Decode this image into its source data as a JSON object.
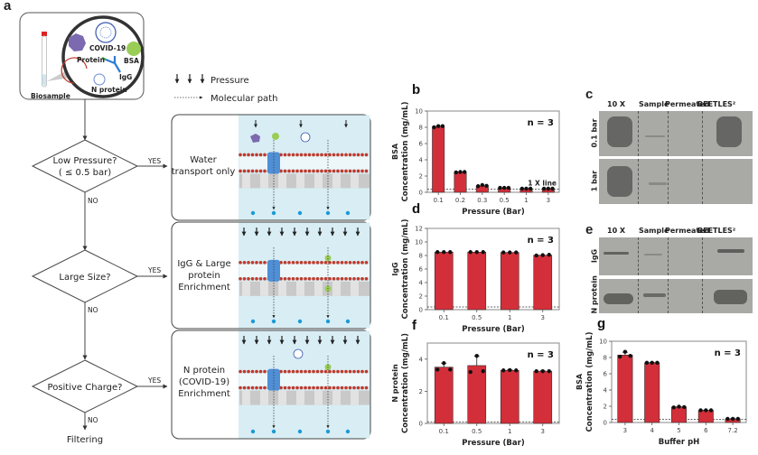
{
  "panel_a": {
    "letter": "a",
    "biosample_box": {
      "labels": [
        "Protein",
        "COVID-19",
        "BSA",
        "IgG",
        "N protein"
      ],
      "tube_label": "Biosample"
    },
    "legend": {
      "pressure": "Pressure",
      "molecular_path": "Molecular path"
    },
    "decisions": [
      {
        "line1": "Low Pressure?",
        "line2": "( ≤ 0.5 bar)",
        "yes": "YES",
        "no": "NO"
      },
      {
        "line1": "Large Size?",
        "line2": "",
        "yes": "YES",
        "no": "NO"
      },
      {
        "line1": "Positive Charge?",
        "line2": "",
        "yes": "YES",
        "no": "NO"
      }
    ],
    "outcomes": [
      {
        "lines": [
          "Water",
          "transport only"
        ]
      },
      {
        "lines": [
          "IgG & Large",
          "protein",
          "Enrichment"
        ]
      },
      {
        "lines": [
          "N protein",
          "(COVID-19)",
          "Enrichment"
        ]
      }
    ],
    "final": "Filtering",
    "colors": {
      "membrane_bg": "#d8eef4",
      "lipid": "#c0392b",
      "channel": "#4f8fd6",
      "water": "#1a9ad6",
      "bsa_green": "#9acd56"
    }
  },
  "gels": {
    "panel_c": {
      "letter": "c",
      "columns": [
        "10 X",
        "Sample",
        "Permeated",
        "BEETLES²"
      ],
      "rows": [
        "0.1 bar",
        "1 bar"
      ]
    },
    "panel_e": {
      "letter": "e",
      "columns": [
        "10 X",
        "Sample",
        "Permeated",
        "BEETLES²"
      ],
      "rows": [
        "IgG",
        "N protein"
      ]
    }
  },
  "chart_data": [
    {
      "panel": "b",
      "type": "bar",
      "title": "",
      "ylabel_top": "BSA",
      "ylabel": "Concentration (mg/mL)",
      "xlabel": "Pressure (Bar)",
      "categories": [
        "0.1",
        "0.2",
        "0.3",
        "0.5",
        "1",
        "3"
      ],
      "values": [
        8.1,
        2.5,
        0.8,
        0.55,
        0.45,
        0.45
      ],
      "points": [
        [
          8.0,
          8.15,
          8.15
        ],
        [
          2.45,
          2.5,
          2.5
        ],
        [
          0.75,
          0.9,
          0.8
        ],
        [
          0.55,
          0.55,
          0.55
        ],
        [
          0.45,
          0.45,
          0.45
        ],
        [
          0.45,
          0.45,
          0.45
        ]
      ],
      "ylim": [
        0,
        10
      ],
      "yticks": [
        0,
        2,
        4,
        6,
        8,
        10
      ],
      "reference_line": {
        "value": 0.4,
        "label": "1 X line"
      },
      "annotation": "n = 3",
      "bar_color": "#d32f3a"
    },
    {
      "panel": "d",
      "type": "bar",
      "ylabel_top": "IgG",
      "ylabel": "Concentration (mg/mL)",
      "xlabel": "Pressure (Bar)",
      "categories": [
        "0.1",
        "0.5",
        "1",
        "3"
      ],
      "values": [
        8.5,
        8.5,
        8.45,
        8.05
      ],
      "points": [
        [
          8.5,
          8.5,
          8.5
        ],
        [
          8.5,
          8.5,
          8.5
        ],
        [
          8.45,
          8.45,
          8.45
        ],
        [
          8.0,
          8.05,
          8.1
        ]
      ],
      "ylim": [
        0,
        12
      ],
      "yticks": [
        0,
        2,
        4,
        6,
        8,
        10,
        12
      ],
      "reference_line": {
        "value": 0.4,
        "label": ""
      },
      "annotation": "n = 3",
      "bar_color": "#d32f3a"
    },
    {
      "panel": "f",
      "type": "bar",
      "ylabel_top": "N protein",
      "ylabel": "Concentration (mg/mL)",
      "xlabel": "Pressure (Bar)",
      "categories": [
        "0.1",
        "0.5",
        "1",
        "3"
      ],
      "values": [
        3.5,
        3.6,
        3.3,
        3.25
      ],
      "points": [
        [
          3.35,
          3.75,
          3.35
        ],
        [
          3.2,
          4.2,
          3.25
        ],
        [
          3.3,
          3.32,
          3.3
        ],
        [
          3.25,
          3.25,
          3.25
        ]
      ],
      "errors": [
        0.25,
        0.6,
        0.03,
        0.02
      ],
      "ylim": [
        0,
        5
      ],
      "yticks": [
        0,
        2,
        4
      ],
      "reference_line": {
        "value": 0.1,
        "label": ""
      },
      "annotation": "n = 3",
      "bar_color": "#d32f3a"
    },
    {
      "panel": "g",
      "type": "bar",
      "ylabel_top": "BSA",
      "ylabel": "Concentration (mg/mL)",
      "xlabel": "Buffer pH",
      "categories": [
        "3",
        "4",
        "5",
        "6",
        "7.2"
      ],
      "values": [
        8.3,
        7.35,
        1.9,
        1.5,
        0.45
      ],
      "points": [
        [
          8.1,
          8.7,
          8.2
        ],
        [
          7.35,
          7.35,
          7.35
        ],
        [
          1.85,
          1.95,
          1.9
        ],
        [
          1.5,
          1.5,
          1.5
        ],
        [
          0.45,
          0.45,
          0.45
        ]
      ],
      "errors": [
        0.35,
        0.03,
        0.05,
        0.02,
        0.02
      ],
      "ylim": [
        0,
        10
      ],
      "yticks": [
        0,
        2,
        4,
        6,
        8,
        10
      ],
      "reference_line": {
        "value": 0.4,
        "label": ""
      },
      "annotation": "n = 3",
      "bar_color": "#d32f3a"
    }
  ]
}
